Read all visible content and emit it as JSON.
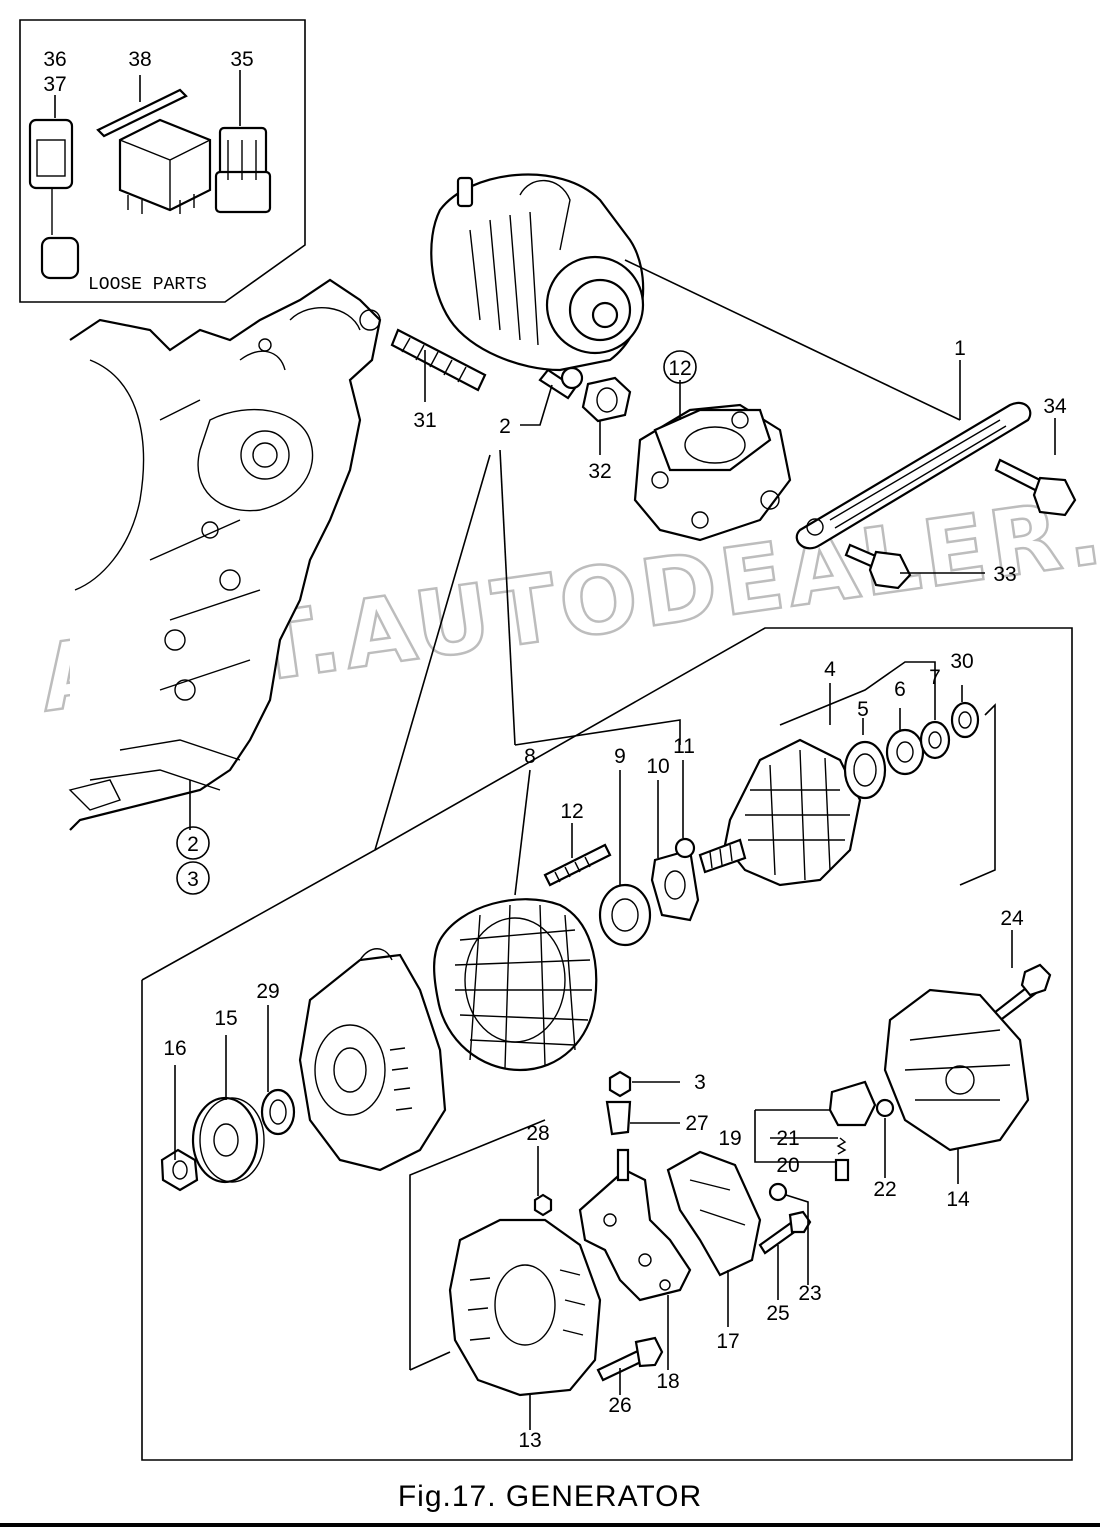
{
  "figure": {
    "caption": "Fig.17.  GENERATOR",
    "loose_parts_label": "LOOSE PARTS",
    "watermark": "ACAT.AUTODEALER.RU"
  },
  "loose_parts_callouts": [
    "36",
    "37",
    "38",
    "35"
  ],
  "engine_callouts": [
    "31",
    "2",
    "32",
    "12",
    "1",
    "34",
    "33",
    "2",
    "3"
  ],
  "exploded_callouts": [
    "4",
    "5",
    "6",
    "7",
    "30",
    "8",
    "12",
    "9",
    "10",
    "11",
    "24",
    "16",
    "15",
    "29",
    "3",
    "27",
    "28",
    "19",
    "21",
    "20",
    "22",
    "14",
    "23",
    "25",
    "17",
    "18",
    "26",
    "13"
  ]
}
